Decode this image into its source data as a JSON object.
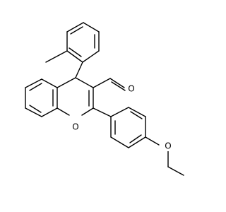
{
  "structure": {
    "atom_labels": {
      "ring_oxygen": "O",
      "aldehyde_oxygen": "O",
      "ether_oxygen": "O"
    },
    "colors": {
      "background": "#ffffff",
      "bond": "#000000",
      "text": "#000000"
    }
  }
}
